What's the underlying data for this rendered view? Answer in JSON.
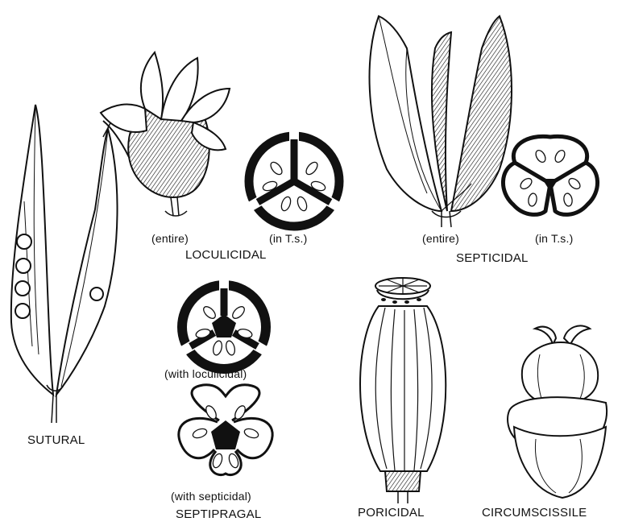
{
  "figure": {
    "labels": {
      "sutural": "SUTURAL",
      "loculicidal": "LOCULICIDAL",
      "loculicidal_entire": "(entire)",
      "loculicidal_ts": "(in T.s.)",
      "septicidal": "SEPTICIDAL",
      "septicidal_entire": "(entire)",
      "septicidal_ts": "(in T.s.)",
      "septifragal": "SEPTIPRAGAL",
      "with_loculicidal": "(with loculicidal)",
      "with_septicidal": "(with septicidal)",
      "poricidal": "PORICIDAL",
      "circumscissile": "CIRCUMSCISSILE"
    }
  }
}
